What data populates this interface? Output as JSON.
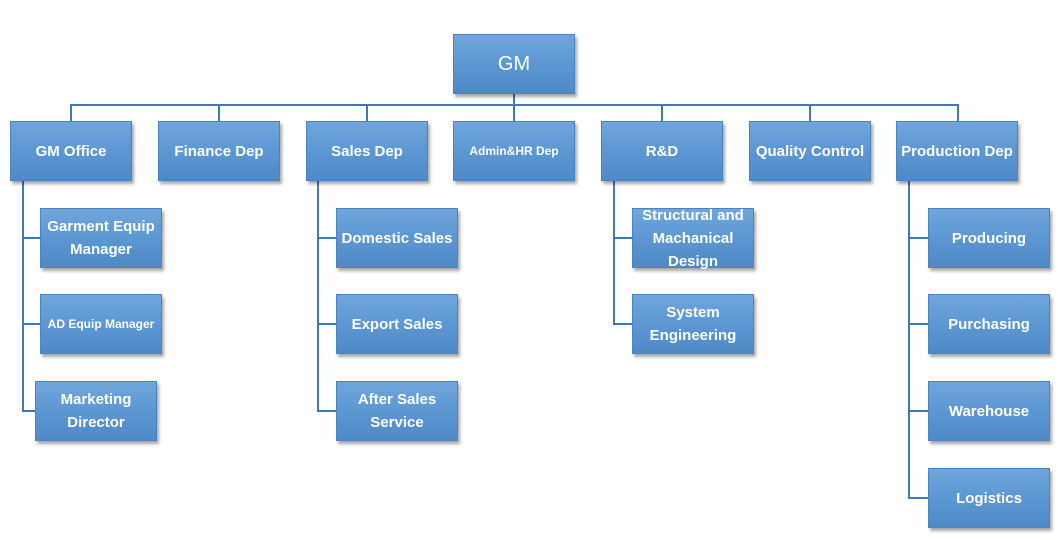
{
  "org": {
    "gm": "GM",
    "gm_office": "GM Office",
    "finance": "Finance Dep",
    "sales": "Sales Dep",
    "admin_hr": "Admin&HR Dep",
    "rnd": "R&D",
    "quality": "Quality Control",
    "production": "Production Dep",
    "gm_office_children": [
      "Garment Equip Manager",
      "AD Equip Manager",
      "Marketing Director"
    ],
    "sales_children": [
      "Domestic Sales",
      "Export Sales",
      "After Sales Service"
    ],
    "rnd_children": [
      "Structural and Machanical Design",
      "System Engineering"
    ],
    "production_children": [
      "Producing",
      "Purchasing",
      "Warehouse",
      "Logistics"
    ]
  },
  "colors": {
    "box_fill": "#5b96d2",
    "box_border": "#4a83c0",
    "connector": "#3e78b6",
    "text": "#ffffff"
  }
}
